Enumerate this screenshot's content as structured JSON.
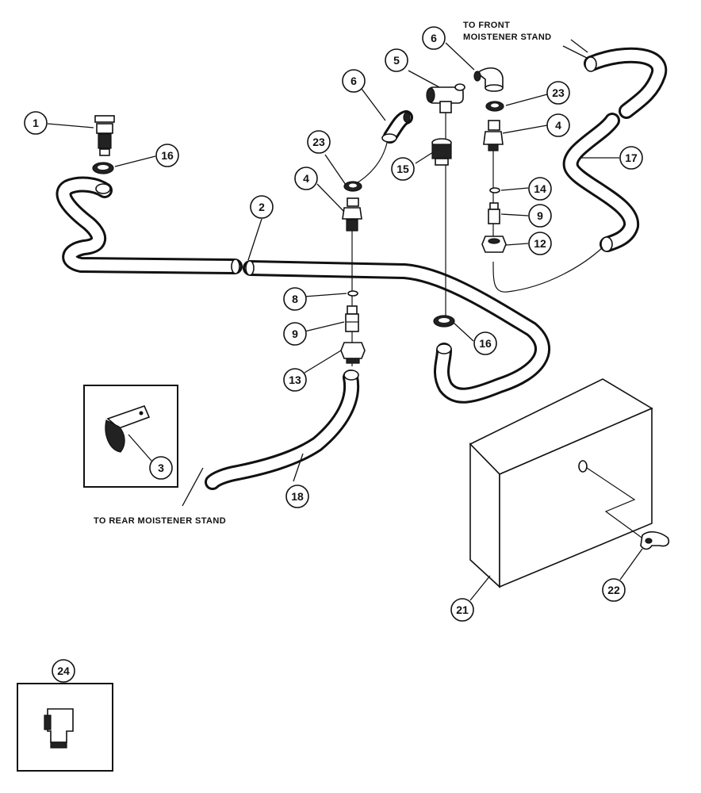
{
  "callouts": [
    {
      "id": "c1",
      "text": "1"
    },
    {
      "id": "c2",
      "text": "2"
    },
    {
      "id": "c3",
      "text": "3"
    },
    {
      "id": "c4a",
      "text": "4"
    },
    {
      "id": "c4b",
      "text": "4"
    },
    {
      "id": "c5",
      "text": "5"
    },
    {
      "id": "c6a",
      "text": "6"
    },
    {
      "id": "c6b",
      "text": "6"
    },
    {
      "id": "c8",
      "text": "8"
    },
    {
      "id": "c9a",
      "text": "9"
    },
    {
      "id": "c9b",
      "text": "9"
    },
    {
      "id": "c12",
      "text": "12"
    },
    {
      "id": "c13",
      "text": "13"
    },
    {
      "id": "c14",
      "text": "14"
    },
    {
      "id": "c15",
      "text": "15"
    },
    {
      "id": "c16a",
      "text": "16"
    },
    {
      "id": "c16b",
      "text": "16"
    },
    {
      "id": "c17",
      "text": "17"
    },
    {
      "id": "c18",
      "text": "18"
    },
    {
      "id": "c21",
      "text": "21"
    },
    {
      "id": "c22",
      "text": "22"
    },
    {
      "id": "c23a",
      "text": "23"
    },
    {
      "id": "c23b",
      "text": "23"
    },
    {
      "id": "c24",
      "text": "24"
    }
  ],
  "captions": {
    "front_line1": "TO FRONT",
    "front_line2": "MOISTENER STAND",
    "rear": "TO REAR MOISTENER STAND"
  }
}
